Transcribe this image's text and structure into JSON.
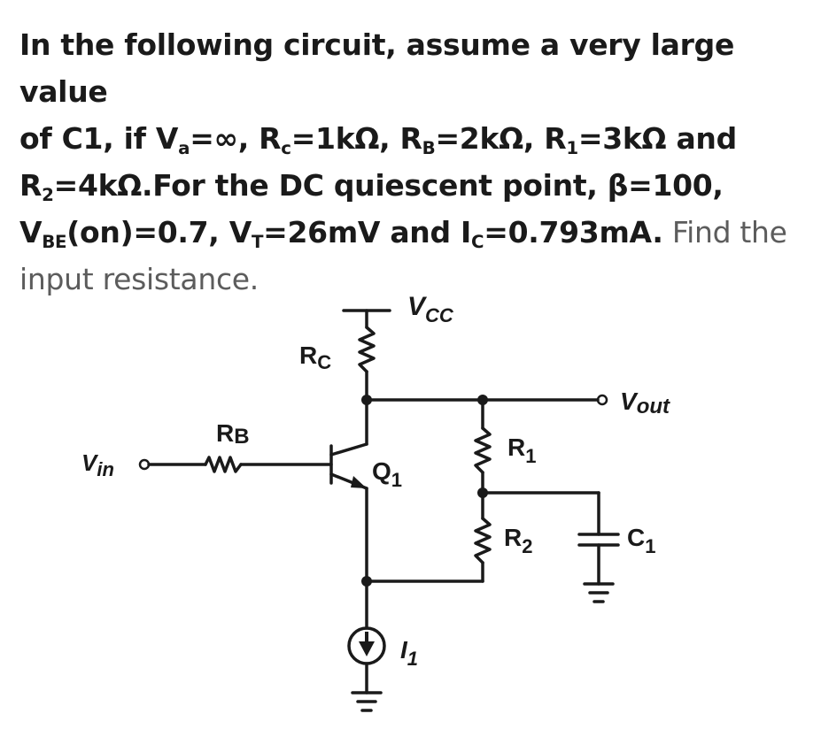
{
  "question": {
    "line1": "In the following circuit, assume a very large value",
    "l2_a": "of C1, if V",
    "l2_a_sub": "a",
    "l2_b": "=∞, R",
    "l2_b_sub": "c",
    "l2_c": "=1kΩ, R",
    "l2_c_sub": "B",
    "l2_d": "=2kΩ, R",
    "l2_d_sub": "1",
    "l2_e": "=3kΩ and",
    "l3_a": "R",
    "l3_a_sub": "2",
    "l3_b": "=4kΩ.For the DC quiescent point, β=100,",
    "l4_a": "V",
    "l4_a_sub": "BE",
    "l4_b": "(on)=0.7, V",
    "l4_b_sub": "T",
    "l4_c": "=26mV and I",
    "l4_c_sub": "C",
    "l4_d": "=0.793mA.",
    "l4_e": " Find the",
    "line5": "input resistance."
  },
  "circuit": {
    "vcc": "V",
    "vcc_sub": "CC",
    "rc": "R",
    "rc_sub": "C",
    "vout": "V",
    "vout_sub": "out",
    "rb": "R",
    "rb_sub": "B",
    "vin": "V",
    "vin_sub": "in",
    "q1": "Q",
    "q1_sub": "1",
    "r1": "R",
    "r1_sub": "1",
    "r2": "R",
    "r2_sub": "2",
    "c1": "C",
    "c1_sub": "1",
    "i1": "I",
    "i1_sub": "1"
  }
}
